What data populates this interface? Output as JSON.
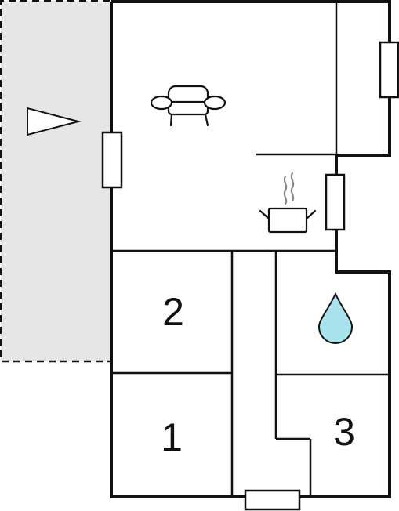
{
  "plan": {
    "rooms": [
      {
        "id": "bedroom-1",
        "label": "1"
      },
      {
        "id": "bedroom-2",
        "label": "2"
      },
      {
        "id": "bedroom-3",
        "label": "3"
      }
    ],
    "icons": {
      "living": "sofa-icon",
      "kitchen": "cooking-pot-icon",
      "bathroom": "water-drop-icon",
      "terrace_direction": "arrow-right-icon"
    },
    "colors": {
      "wall": "#111111",
      "terrace_fill": "#e6e6e6",
      "water": "#a9e4ee",
      "background": "#ffffff"
    }
  }
}
